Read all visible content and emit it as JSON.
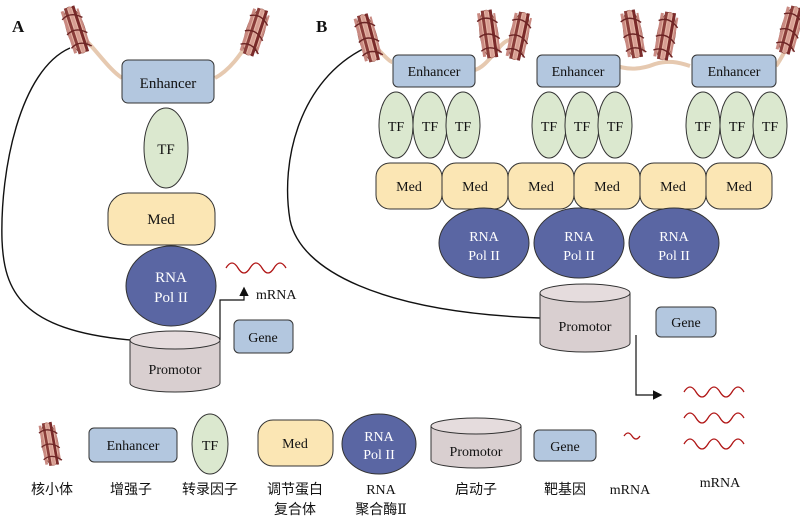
{
  "panel_a": {
    "label": "A",
    "enhancer": "Enhancer",
    "tf": "TF",
    "med": "Med",
    "pol_line1": "RNA",
    "pol_line2": "Pol II",
    "promoter": "Promotor",
    "gene": "Gene",
    "mrna": "mRNA"
  },
  "panel_b": {
    "label": "B",
    "enhancer": "Enhancer",
    "tf": "TF",
    "med": "Med",
    "pol_line1": "RNA",
    "pol_line2": "Pol II",
    "promoter": "Promotor",
    "gene": "Gene",
    "mrna": "mRNA"
  },
  "legend": {
    "enhancer": "Enhancer",
    "tf": "TF",
    "med": "Med",
    "pol_line1": "RNA",
    "pol_line2": "Pol II",
    "promoter": "Promotor",
    "gene": "Gene",
    "cap_nucleosome": "核小体",
    "cap_enhancer": "增强子",
    "cap_tf": "转录因子",
    "cap_med_line1": "调节蛋白",
    "cap_med_line2": "复合体",
    "cap_pol_line1": "RNA",
    "cap_pol_line2": "聚合酶Ⅱ",
    "cap_promoter": "启动子",
    "cap_gene": "靶基因",
    "cap_mrna": "mRNA"
  },
  "colors": {
    "enhancer_fill": "#b3c7df",
    "tf_fill": "#dbe8cf",
    "med_fill": "#fbe6b4",
    "pol_fill": "#5a66a3",
    "promoter_fill": "#d9cfd0",
    "gene_fill": "#b3c7df",
    "mrna_stroke": "#b01414",
    "nucleosome_pink": "#d99a8f",
    "nucleosome_dark": "#7a2a2a",
    "line": "#111111"
  }
}
